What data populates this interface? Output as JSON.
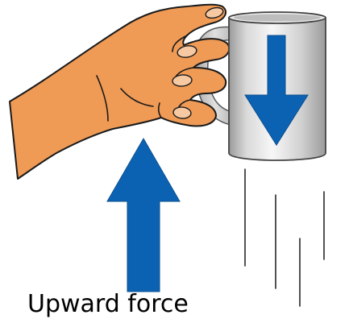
{
  "caption": "Upward force",
  "colors": {
    "skin": "#ef9a55",
    "skin_stroke": "#1a1a1a",
    "mug_light": "#f4f4f4",
    "mug_mid": "#c8c8c8",
    "mug_dark": "#8c8c8c",
    "arrow": "#0c62b2",
    "motion_lines": "#1a1a1a"
  },
  "diagram": {
    "upward_force_arrow": "up",
    "weight_arrow": "down",
    "objects": [
      "hand",
      "mug"
    ]
  }
}
